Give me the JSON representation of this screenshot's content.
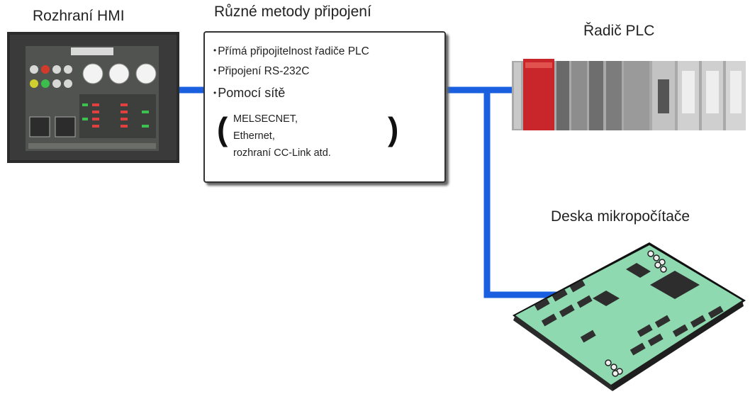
{
  "labels": {
    "hmi": "Rozhraní HMI",
    "methods": "Různé metody připojení",
    "plc": "Řadič PLC",
    "board": "Deska mikropočítače"
  },
  "methods_box": {
    "items": [
      "Přímá připojitelnost řadiče PLC",
      "Připojení RS-232C",
      "Pomocí sítě"
    ],
    "network_examples": [
      "MELSECNET,",
      "Ethernet,",
      "rozhraní CC-Link atd."
    ]
  },
  "colors": {
    "link": "#1a5fe0",
    "plc_red": "#c8262b",
    "board_green": "#8fd9b0"
  },
  "icons": [
    "hmi-panel-icon",
    "plc-controller-icon",
    "microcomputer-board-icon"
  ]
}
